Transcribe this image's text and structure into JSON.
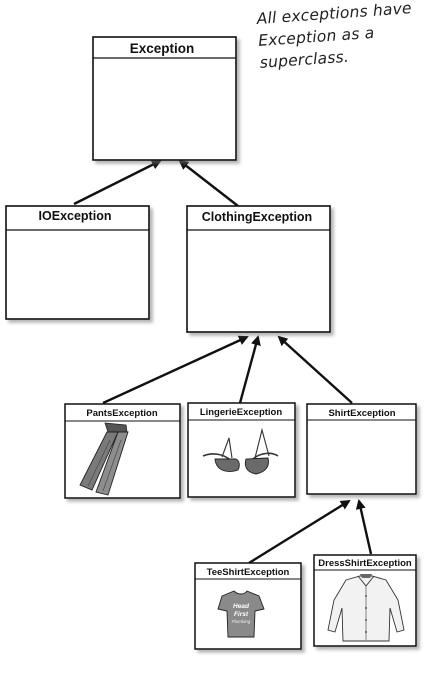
{
  "note": {
    "lines": [
      "All exceptions have",
      "Exception as a",
      "superclass."
    ]
  },
  "classes": {
    "exception": "Exception",
    "io": "IOException",
    "clothing": "ClothingException",
    "pants": "PantsException",
    "lingerie": "LingerieException",
    "shirt": "ShirtException",
    "teeshirt": "TeeShirtException",
    "dressshirt": "DressShirtException"
  },
  "tshirt_print": [
    "Head",
    "First",
    "Plumbing"
  ]
}
